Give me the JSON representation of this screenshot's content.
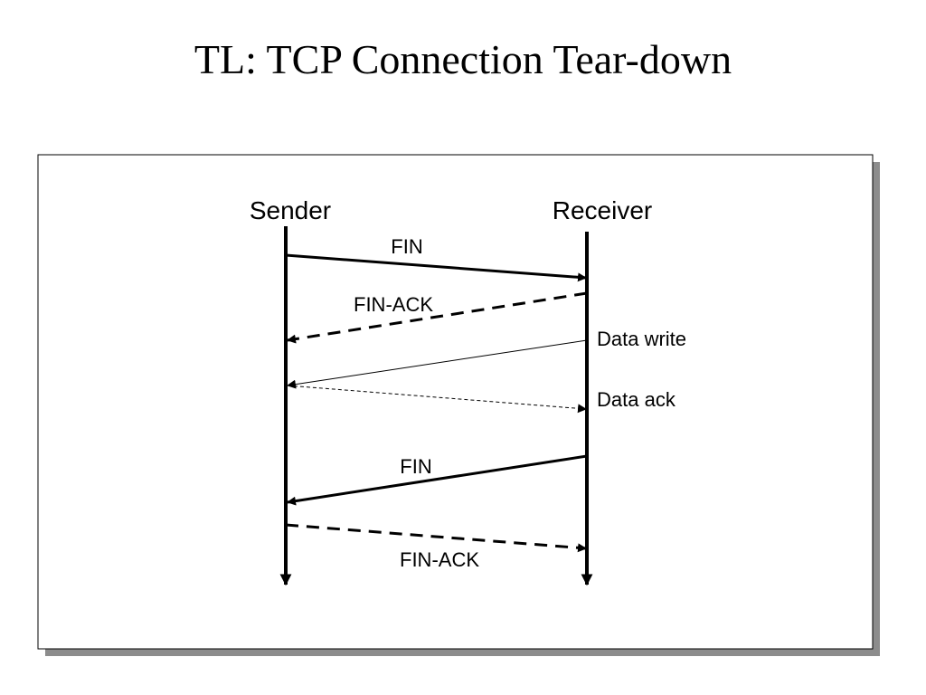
{
  "slide": {
    "title": "TL: TCP Connection Tear-down"
  },
  "diagram": {
    "participants": {
      "sender": "Sender",
      "receiver": "Receiver"
    },
    "messages": [
      {
        "label": "FIN",
        "from": "sender",
        "to": "receiver",
        "style": "solid-thick"
      },
      {
        "label": "FIN-ACK",
        "from": "receiver",
        "to": "sender",
        "style": "dashed-thick"
      },
      {
        "label": "Data write",
        "from": "receiver",
        "to": "sender",
        "style": "solid-thin"
      },
      {
        "label": "Data ack",
        "from": "sender",
        "to": "receiver",
        "style": "dashed-thin"
      },
      {
        "label": "FIN",
        "from": "receiver",
        "to": "sender",
        "style": "solid-thick"
      },
      {
        "label": "FIN-ACK",
        "from": "sender",
        "to": "receiver",
        "style": "dashed-thick"
      }
    ],
    "colors": {
      "frame_shadow": "#8c8c8c",
      "line": "#000000"
    }
  }
}
